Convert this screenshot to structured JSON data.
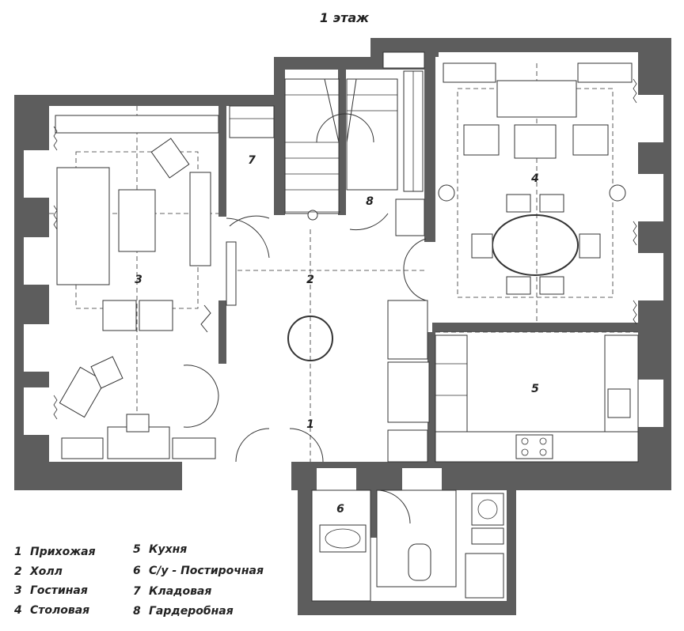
{
  "title": "1 этаж",
  "room_numbers": [
    "1",
    "2",
    "3",
    "4",
    "5",
    "6",
    "7",
    "8"
  ],
  "legend": [
    {
      "num": "1",
      "name": "Прихожая"
    },
    {
      "num": "2",
      "name": "Холл"
    },
    {
      "num": "3",
      "name": "Гостиная"
    },
    {
      "num": "4",
      "name": "Столовая"
    },
    {
      "num": "5",
      "name": "Кухня"
    },
    {
      "num": "6",
      "name": "С/у - Постирочная"
    },
    {
      "num": "7",
      "name": "Кладовая"
    },
    {
      "num": "8",
      "name": "Гардеробная"
    }
  ],
  "colors": {
    "wall": "#5d5d5d",
    "line": "#333333",
    "background": "#ffffff"
  }
}
